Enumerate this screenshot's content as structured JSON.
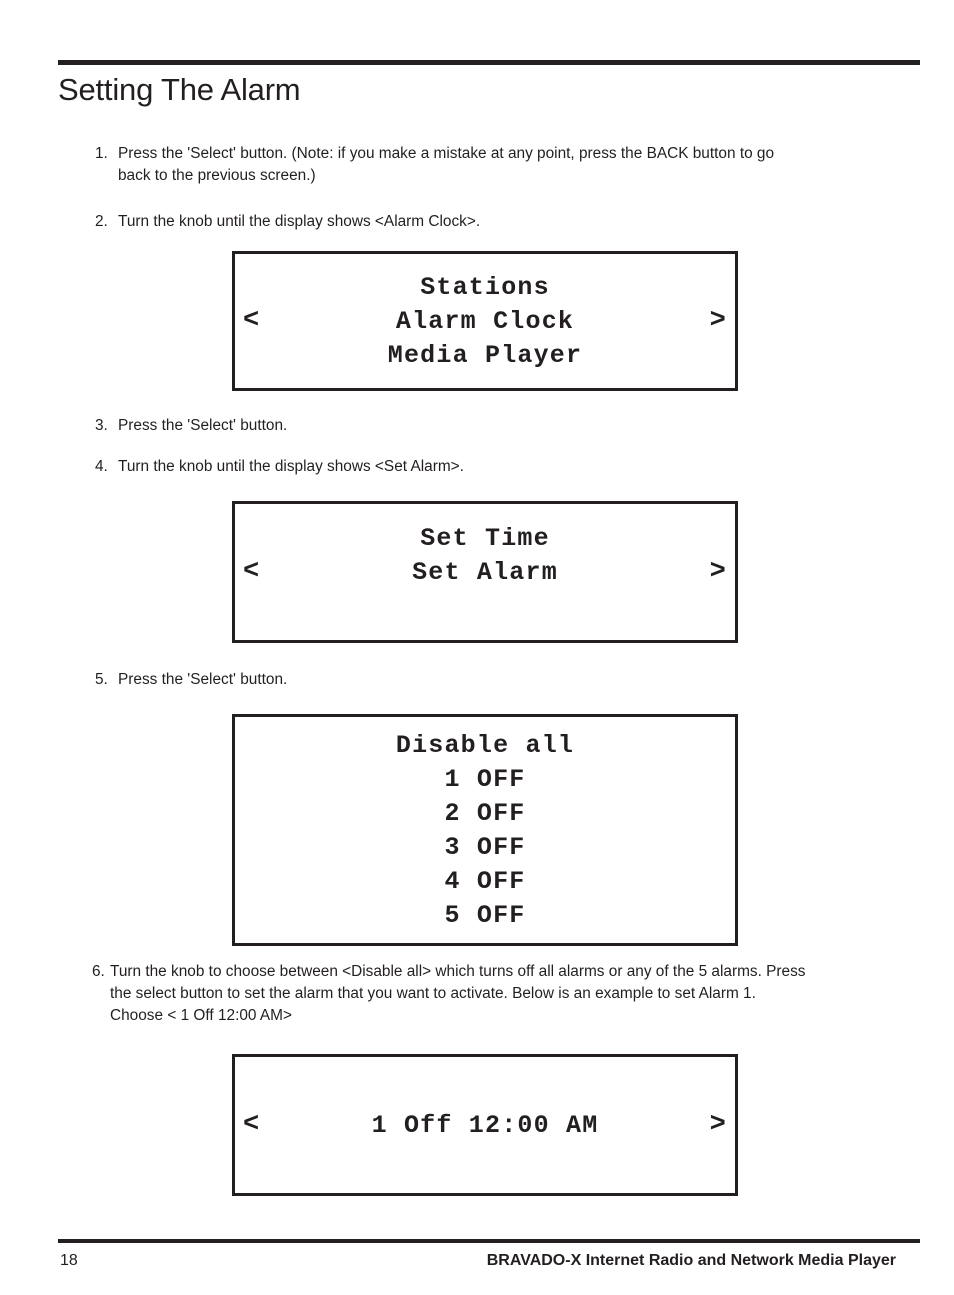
{
  "document": {
    "heading": "Setting The Alarm",
    "steps": [
      {
        "number": "1.",
        "text": "Press the 'Select' button. (Note: if you make a mistake at any point, press the BACK button to go back to the previous screen.)"
      },
      {
        "number": "2.",
        "text": "Turn the knob until the display shows <Alarm Clock>."
      },
      {
        "number": "3.",
        "text": "Press the 'Select' button."
      },
      {
        "number": "4.",
        "text": "Turn the knob until the display shows <Set Alarm>."
      },
      {
        "number": "5.",
        "text": "Press the 'Select' button."
      },
      {
        "number": "6.",
        "text": "Turn the knob to choose between <Disable all> which turns off all alarms or any of the 5 alarms.  Press the select button to set the alarm that you want to activate. Below is an example to set Alarm 1. Choose < 1 Off 12:00 AM>"
      }
    ]
  },
  "displays": [
    {
      "name": "menu-alarm-clock",
      "left_arrow": "<",
      "right_arrow": ">",
      "lines": [
        "Stations",
        "Alarm Clock",
        "Media Player"
      ],
      "arrow_line_index": 1
    },
    {
      "name": "menu-set-alarm",
      "left_arrow": "<",
      "right_arrow": ">",
      "lines": [
        "Set Time",
        "Set Alarm",
        ""
      ],
      "arrow_line_index": 1
    },
    {
      "name": "alarm-list",
      "left_arrow": "",
      "right_arrow": "",
      "lines": [
        "Disable all",
        "1 OFF",
        "2 OFF",
        "3 OFF",
        "4 OFF",
        "5 OFF"
      ],
      "arrow_line_index": -1
    },
    {
      "name": "alarm-1-time",
      "left_arrow": "<",
      "right_arrow": ">",
      "lines": [
        "1 Off 12:00 AM"
      ],
      "arrow_line_index": 0
    }
  ],
  "footer": {
    "page_number": "18",
    "product_title": "BRAVADO-X Internet Radio and Network Media Player"
  },
  "colors": {
    "ink": "#231f20",
    "paper": "#ffffff"
  }
}
